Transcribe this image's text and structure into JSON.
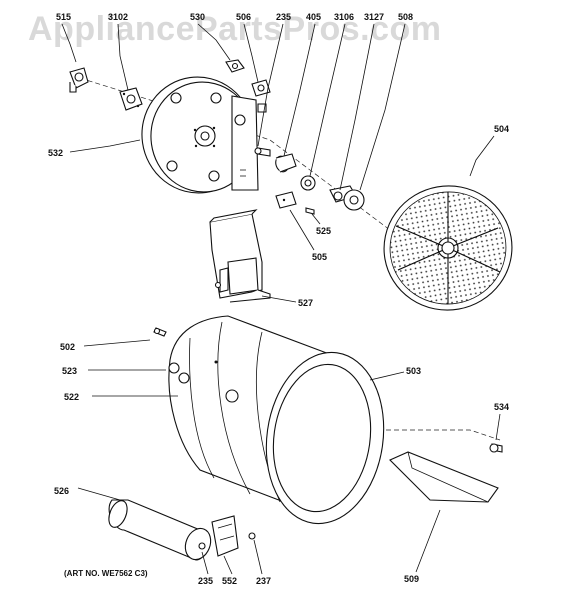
{
  "watermark": "AppliancePartsPros.com",
  "art_number": "(ART NO. WE7562 C3)",
  "callouts": {
    "c515": "515",
    "c3102": "3102",
    "c530": "530",
    "c506": "506",
    "c235_top": "235",
    "c405": "405",
    "c3106": "3106",
    "c3127": "3127",
    "c508": "508",
    "c532": "532",
    "c504": "504",
    "c525": "525",
    "c505": "505",
    "c527": "527",
    "c502": "502",
    "c503": "503",
    "c523": "523",
    "c522": "522",
    "c534": "534",
    "c526": "526",
    "c509": "509",
    "c235_bottom": "235",
    "c552": "552",
    "c237": "237"
  }
}
